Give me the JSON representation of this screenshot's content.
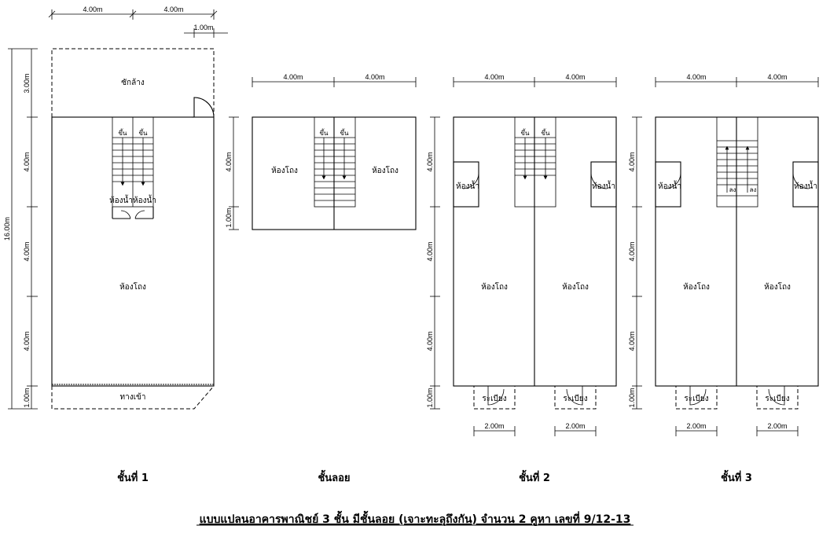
{
  "dims": {
    "m400": "4.00m",
    "m100": "1.00m",
    "m300": "3.00m",
    "m200": "2.00m",
    "m1600": "16.00m"
  },
  "rooms": {
    "laundry": "ซักล้าง",
    "hall": "ห้องโถง",
    "toilet": "ห้องน้ำ",
    "entrance": "ทางเข้า",
    "balcony": "ระเบียง",
    "up": "ขึ้น",
    "down": "ลง",
    "toilet_pair": "ห้องน้ำห้องน้ำ"
  },
  "floors": {
    "f1": "ชั้นที่ 1",
    "mezz": "ชั้นลอย",
    "f2": "ชั้นที่ 2",
    "f3": "ชั้นที่ 3"
  },
  "title": "แบบแปลนอาคารพาณิชย์ 3 ชั้น มีชั้นลอย (เจาะทะลุถึงกัน) จำนวน 2 คูหา เลขที่ 9/12-13"
}
